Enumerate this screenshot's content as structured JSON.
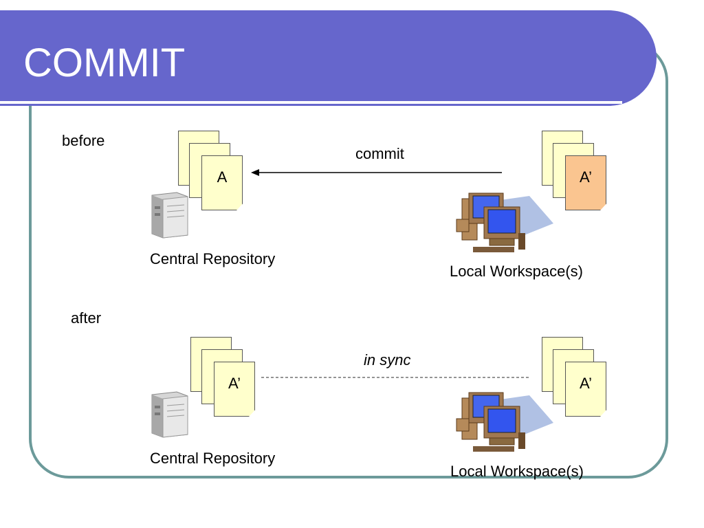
{
  "title": "COMMIT",
  "before": {
    "label": "before",
    "action": "commit",
    "repository": {
      "label": "Central Repository",
      "doc": "A"
    },
    "workspace": {
      "label": "Local Workspace(s)",
      "doc": "A’"
    }
  },
  "after": {
    "label": "after",
    "status": "in sync",
    "repository": {
      "label": "Central Repository",
      "doc": "A’"
    },
    "workspace": {
      "label": "Local Workspace(s)",
      "doc": "A’"
    }
  },
  "colors": {
    "title_bar": "#6666cc",
    "frame": "#6c9a9a",
    "doc": "#ffffcc",
    "modified_doc": "#fac590"
  },
  "icons": [
    "server-icon",
    "workstation-icon",
    "document-icon"
  ]
}
